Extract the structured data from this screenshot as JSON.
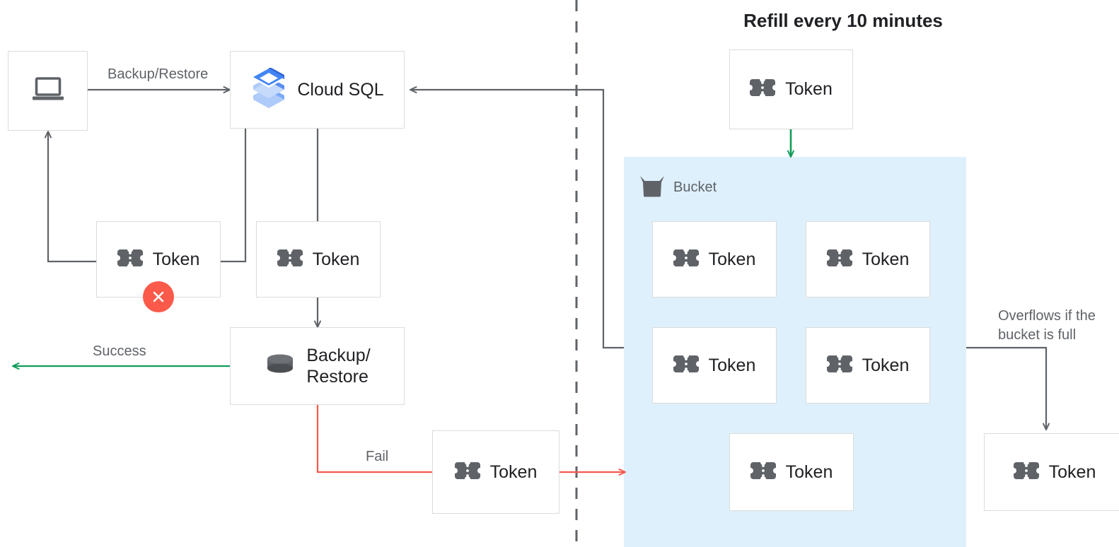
{
  "diagram": {
    "title": "Refill every 10 minutes",
    "colors": {
      "arrow_default": "#5f6368",
      "arrow_success": "#0f9d58",
      "arrow_fail": "#f4594c",
      "bucket_fill": "#def0fb",
      "node_border": "#dcdcdc",
      "token_icon": "#5f6368",
      "error_badge": "#fb5a4b",
      "cloudsql_blue_dark": "#4285f4",
      "cloudsql_blue_mid": "#7baaf7",
      "cloudsql_blue_light": "#aecbfa",
      "text_primary": "#202124",
      "text_secondary": "#5f6368"
    },
    "nodes": {
      "client": {
        "label": "",
        "icon": "laptop-icon"
      },
      "cloud_sql": {
        "label": "Cloud SQL",
        "icon": "cloud-sql-icon"
      },
      "token_failed": {
        "label": "Token",
        "icon": "token-icon",
        "badge": "error-x-badge"
      },
      "token_middle": {
        "label": "Token",
        "icon": "token-icon"
      },
      "backup_restore": {
        "label": "Backup/\nRestore",
        "icon": "database-icon"
      },
      "token_fail_out": {
        "label": "Token",
        "icon": "token-icon"
      },
      "token_refill": {
        "label": "Token",
        "icon": "token-icon"
      },
      "token_overflow": {
        "label": "Token",
        "icon": "token-icon"
      }
    },
    "bucket": {
      "tag_label": "Bucket",
      "tag_icon": "bucket-icon",
      "tokens": [
        {
          "label": "Token",
          "icon": "token-icon"
        },
        {
          "label": "Token",
          "icon": "token-icon"
        },
        {
          "label": "Token",
          "icon": "token-icon"
        },
        {
          "label": "Token",
          "icon": "token-icon"
        },
        {
          "label": "Token",
          "icon": "token-icon"
        }
      ]
    },
    "edge_labels": {
      "backup_restore": "Backup/Restore",
      "success": "Success",
      "fail": "Fail",
      "overflow": "Overflows if the\nbucket is full"
    }
  }
}
